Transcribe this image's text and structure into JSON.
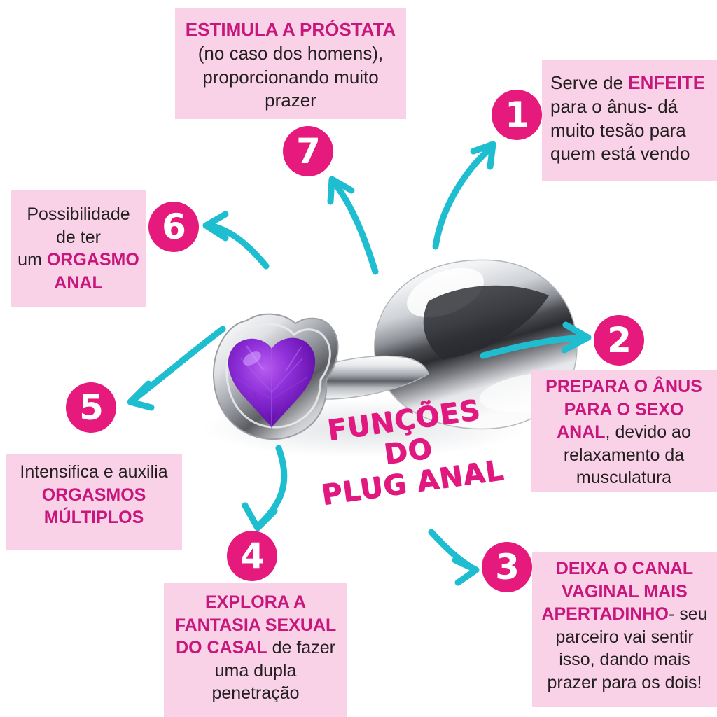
{
  "title": {
    "line1": "FUNÇÕES DO",
    "line2": "PLUG ANAL"
  },
  "colors": {
    "box_background": "#F9D2E7",
    "highlight_text": "#C8177C",
    "body_text": "#231F20",
    "badge_fill": "#E6197C",
    "badge_text": "#FFFFFF",
    "arrow": "#1FBDD0",
    "title_text": "#E1187F",
    "page_background": "#FFFFFF",
    "gem": "#7D1FC9",
    "metal": "#D9DBDE"
  },
  "product": {
    "name": "metal-anal-plug-with-purple-heart-gem",
    "gem_shape": "heart",
    "gem_color": "#7D1FC9",
    "body_material": "chrome-metal"
  },
  "items": [
    {
      "number": "1",
      "badge_name": "badge-1",
      "box_name": "callout-box-1",
      "segments": [
        {
          "text": "Serve de ",
          "style": "plain"
        },
        {
          "text": "ENFEITE",
          "style": "highlight"
        },
        {
          "text": " para o ânus- dá muito tesão para quem está vendo",
          "style": "plain"
        }
      ],
      "full_text": "Serve de ENFEITE para o ânus- dá muito tesão para quem está vendo"
    },
    {
      "number": "2",
      "badge_name": "badge-2",
      "box_name": "callout-box-2",
      "segments": [
        {
          "text": "PREPARA O ÂNUS PARA O SEXO ANAL",
          "style": "highlight"
        },
        {
          "text": ", devido ao relaxamento da musculatura",
          "style": "plain"
        }
      ],
      "full_text": "PREPARA O ÂNUS PARA O SEXO ANAL, devido ao relaxamento da musculatura"
    },
    {
      "number": "3",
      "badge_name": "badge-3",
      "box_name": "callout-box-3",
      "segments": [
        {
          "text": "DEIXA O CANAL VAGINAL MAIS APERTADINHO",
          "style": "highlight"
        },
        {
          "text": "- seu parceiro vai sentir isso, dando mais prazer para os dois!",
          "style": "plain"
        }
      ],
      "full_text": "DEIXA O CANAL VAGINAL MAIS APERTADINHO- seu parceiro vai sentir isso, dando mais prazer para os dois!"
    },
    {
      "number": "4",
      "badge_name": "badge-4",
      "box_name": "callout-box-4",
      "segments": [
        {
          "text": "EXPLORA A FANTASIA SEXUAL DO CASAL",
          "style": "highlight"
        },
        {
          "text": " de fazer uma dupla penetração",
          "style": "plain"
        }
      ],
      "full_text": "EXPLORA A FANTASIA SEXUAL DO CASAL de fazer uma dupla penetração"
    },
    {
      "number": "5",
      "badge_name": "badge-5",
      "box_name": "callout-box-5",
      "segments": [
        {
          "text": "Intensifica e auxilia ",
          "style": "plain"
        },
        {
          "text": "ORGASMOS MÚLTIPLOS",
          "style": "highlight"
        }
      ],
      "full_text": "Intensifica e auxilia ORGASMOS MÚLTIPLOS"
    },
    {
      "number": "6",
      "badge_name": "badge-6",
      "box_name": "callout-box-6",
      "segments": [
        {
          "text": "Possibilidade de ter um ",
          "style": "plain"
        },
        {
          "text": "ORGASMO ANAL",
          "style": "highlight"
        }
      ],
      "full_text": "Possibilidade de ter um ORGASMO ANAL"
    },
    {
      "number": "7",
      "badge_name": "badge-7",
      "box_name": "callout-box-7",
      "segments": [
        {
          "text": "ESTIMULA A PRÓSTATA",
          "style": "highlight"
        },
        {
          "text": " (no caso dos homens), proporcionando muito prazer",
          "style": "plain"
        }
      ],
      "full_text": "ESTIMULA A PRÓSTATA (no caso dos homens), proporcionando muito prazer"
    }
  ],
  "boxes": {
    "b7": {
      "l1_hl": "ESTIMULA A PRÓSTATA",
      "l2": "(no caso dos homens),",
      "l3": "proporcionando muito",
      "l4": "prazer"
    },
    "b1": {
      "l1a": "Serve de ",
      "l1b": "ENFEITE",
      "l2": "para o ânus- dá",
      "l3": "muito tesão para",
      "l4": "quem está vendo"
    },
    "b6": {
      "l1": "Possibilidade",
      "l2": "de ter",
      "l3a": "um ",
      "l3b": "ORGASMO",
      "l4b": "ANAL"
    },
    "b2": {
      "l1": "PREPARA O ÂNUS",
      "l2": "PARA O SEXO",
      "l3a": "ANAL",
      "l3b": ", devido ao",
      "l4": "relaxamento da",
      "l5": "musculatura"
    },
    "b5": {
      "l1": "Intensifica e auxilia",
      "l2": "ORGASMOS",
      "l3": "MÚLTIPLOS"
    },
    "b3": {
      "l1": "DEIXA O CANAL",
      "l2": "VAGINAL MAIS",
      "l3a": "APERTADINHO",
      "l3b": "- seu",
      "l4": "parceiro vai sentir",
      "l5": "isso, dando mais",
      "l6": "prazer para os dois!"
    },
    "b4": {
      "l1": "EXPLORA A",
      "l2": "FANTASIA SEXUAL",
      "l3a": "DO CASAL",
      "l3b": " de fazer",
      "l4": "uma dupla",
      "l5": "penetração"
    }
  },
  "badges": {
    "n1": "1",
    "n2": "2",
    "n3": "3",
    "n4": "4",
    "n5": "5",
    "n6": "6",
    "n7": "7"
  }
}
